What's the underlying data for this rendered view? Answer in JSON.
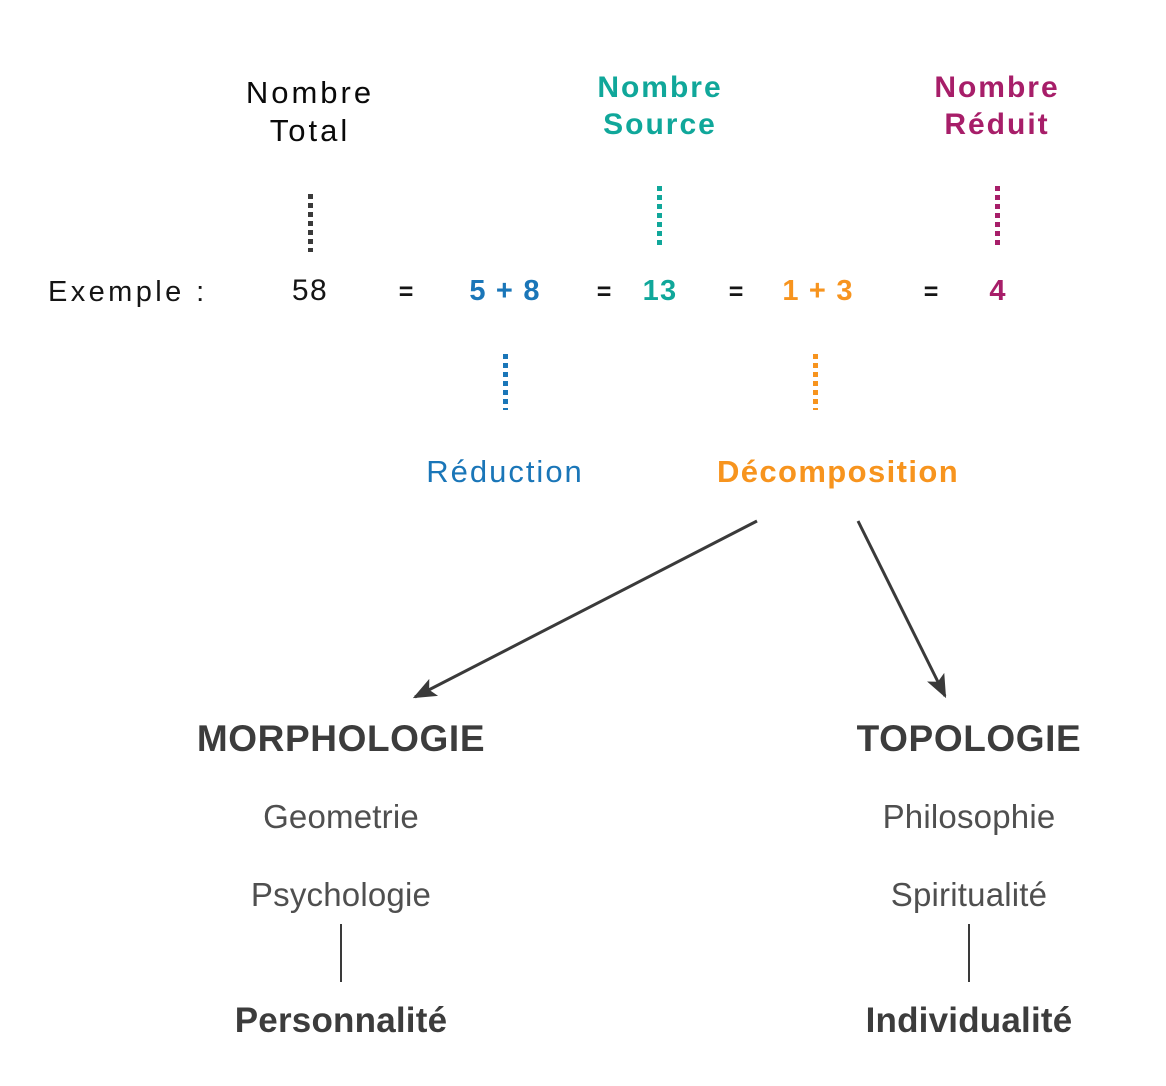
{
  "diagram": {
    "title_hidden": "",
    "colors": {
      "total": "#0a0a0a",
      "source": "#10a79a",
      "reduit": "#a71e69",
      "reduction": "#1a76b8",
      "decomposition": "#f7941e",
      "text_dark": "#3c3c3c",
      "text_mid": "#4f4f4f",
      "background": "#ffffff"
    },
    "headers": [
      {
        "id": "nombre-total",
        "line1": "Nombre",
        "line2": "Total",
        "color": "#0a0a0a"
      },
      {
        "id": "nombre-source",
        "line1": "Nombre",
        "line2": "Source",
        "color": "#10a79a"
      },
      {
        "id": "nombre-reduit",
        "line1": "Nombre",
        "line2": "Réduit",
        "color": "#a71e69"
      }
    ],
    "example": {
      "label": "Exemple :",
      "terms": [
        {
          "id": "total",
          "text": "58",
          "color": "#151515"
        },
        {
          "id": "equals-1",
          "text": "=",
          "color": "#151515"
        },
        {
          "id": "decomposed-1",
          "text": "5 + 8",
          "color": "#1a76b8"
        },
        {
          "id": "equals-2",
          "text": "=",
          "color": "#151515"
        },
        {
          "id": "source",
          "text": "13",
          "color": "#10a79a"
        },
        {
          "id": "equals-3",
          "text": "=",
          "color": "#151515"
        },
        {
          "id": "decomposed-2",
          "text": "1 + 3",
          "color": "#f7941e"
        },
        {
          "id": "equals-4",
          "text": "=",
          "color": "#151515"
        },
        {
          "id": "reduit",
          "text": "4",
          "color": "#a71e69"
        }
      ]
    },
    "processes": [
      {
        "id": "reduction",
        "label": "Réduction",
        "color": "#1a76b8"
      },
      {
        "id": "decomposition",
        "label": "Décomposition",
        "color": "#f7941e"
      }
    ],
    "branches": [
      {
        "id": "morphologie",
        "title": "MORPHOLOGIE",
        "items": [
          "Geometrie",
          "Psychologie"
        ],
        "result": "Personnalité"
      },
      {
        "id": "topologie",
        "title": "TOPOLOGIE",
        "items": [
          "Philosophie",
          "Spiritualité"
        ],
        "result": "Individualité"
      }
    ]
  }
}
